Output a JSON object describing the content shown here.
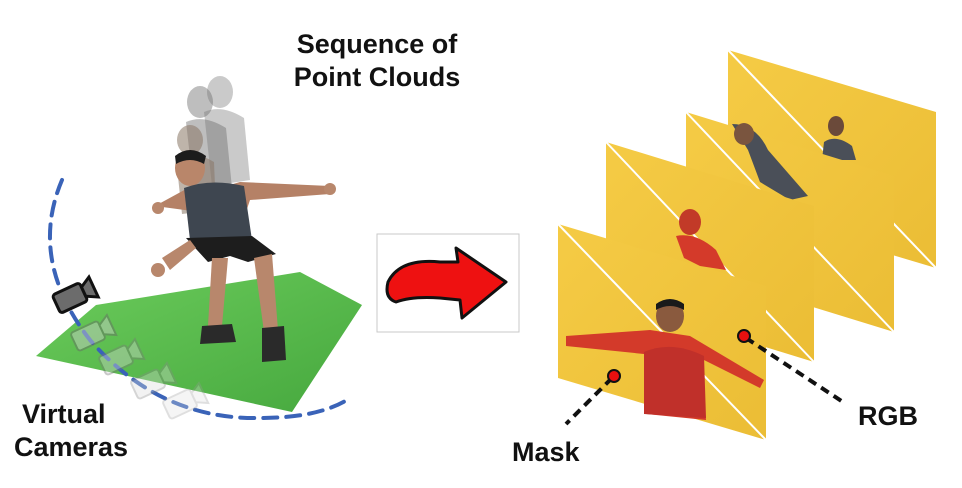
{
  "title_line1": "Sequence of",
  "title_line2": "Point Clouds",
  "left_label_line1": "Virtual",
  "left_label_line2": "Cameras",
  "mask_label": "Mask",
  "rgb_label": "RGB",
  "colors": {
    "ground_plane": "#5dbb4f",
    "frame_yellow": "#f1c43b",
    "arrow_red": "#ee1111",
    "camera_path": "#3a63b8",
    "marker_red": "#e8100f"
  },
  "icons": [
    "camera-icon",
    "red-arrow-icon",
    "person-figure"
  ]
}
